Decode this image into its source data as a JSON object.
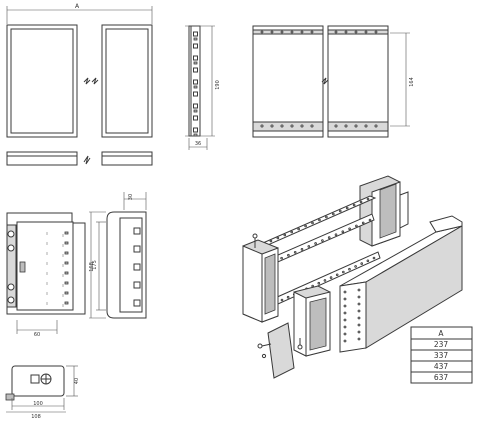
{
  "dimensions": {
    "A_top": "A",
    "height_190": "190",
    "depth_36": "36",
    "height_164": "164",
    "width_30": "30",
    "height_175": "175",
    "height_168": "168",
    "width_60": "60",
    "height_40": "40",
    "width_100": "100",
    "width_108": "108"
  },
  "table": {
    "header": "A",
    "rows": [
      "237",
      "337",
      "437",
      "637"
    ]
  },
  "colors": {
    "line": "#3a3a3a",
    "fill_light": "#d9d9d9",
    "fill_dark": "#bdbdbd"
  }
}
